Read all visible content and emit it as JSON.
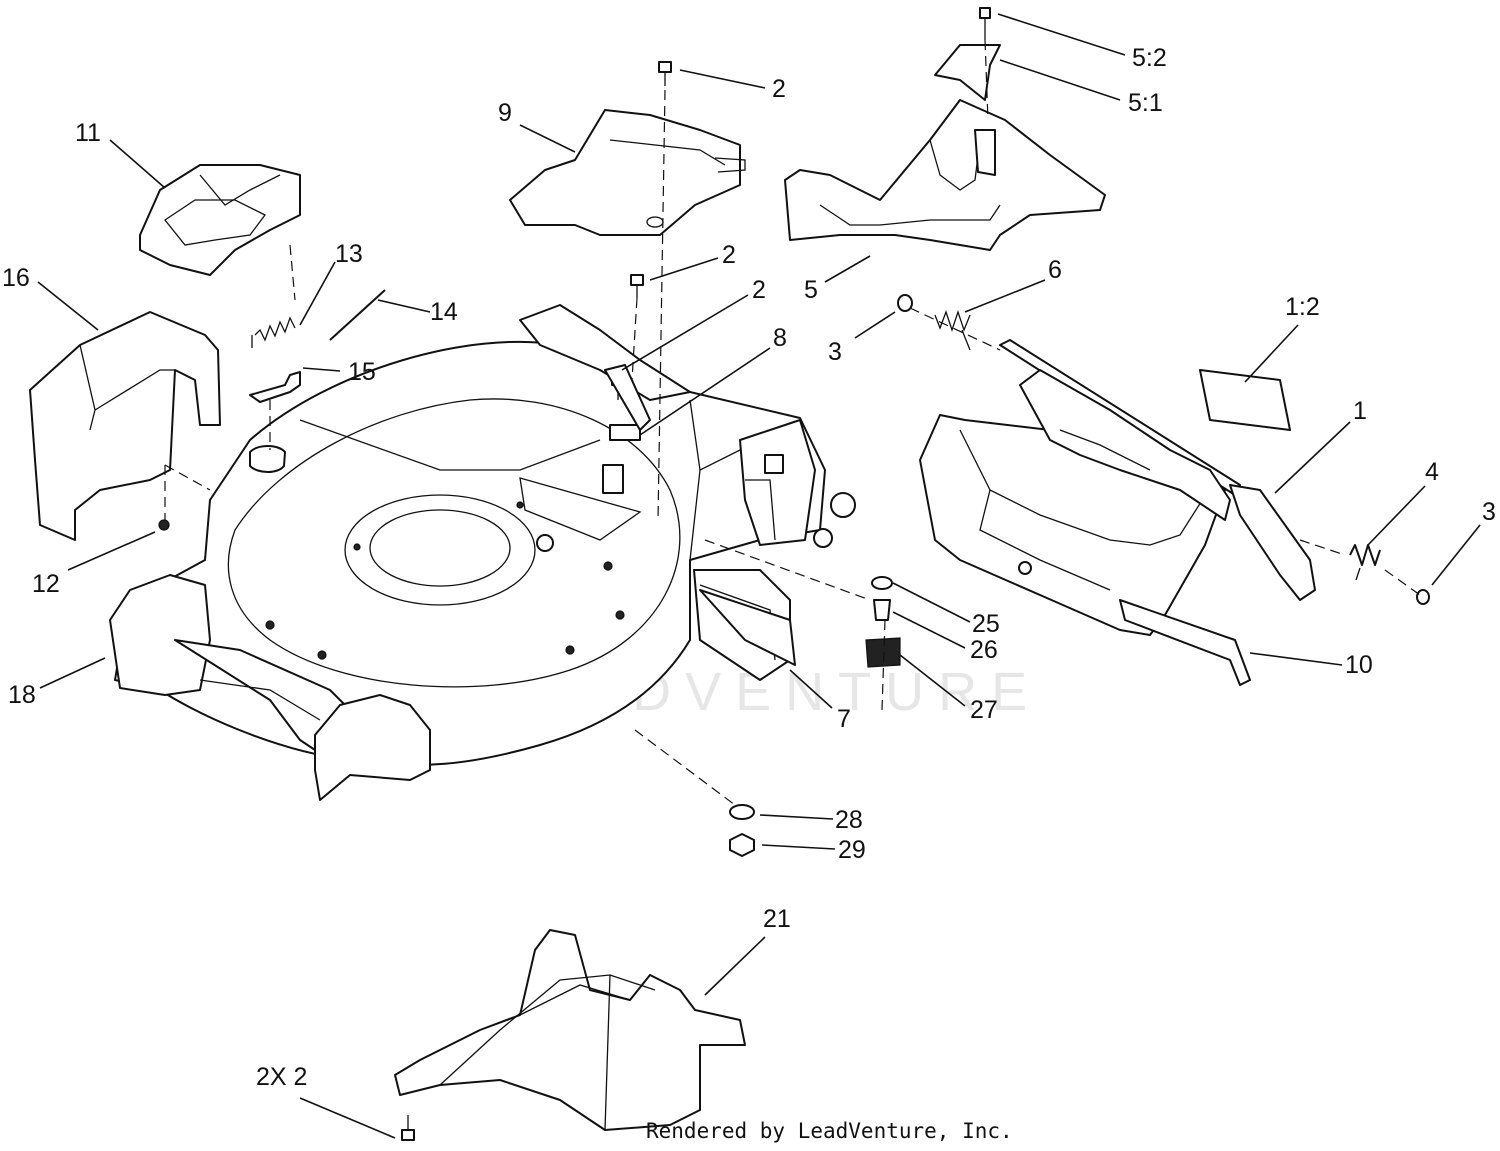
{
  "watermark": "LEADVENTURE",
  "credit": "Rendered by LeadVenture, Inc.",
  "callouts": [
    "2",
    "5:2",
    "5:1",
    "9",
    "11",
    "2",
    "6",
    "5",
    "16",
    "13",
    "2",
    "14",
    "3",
    "1:2",
    "8",
    "15",
    "1",
    "4",
    "3",
    "12",
    "25",
    "26",
    "27",
    "10",
    "18",
    "7",
    "28",
    "29",
    "21",
    "2X 2"
  ]
}
